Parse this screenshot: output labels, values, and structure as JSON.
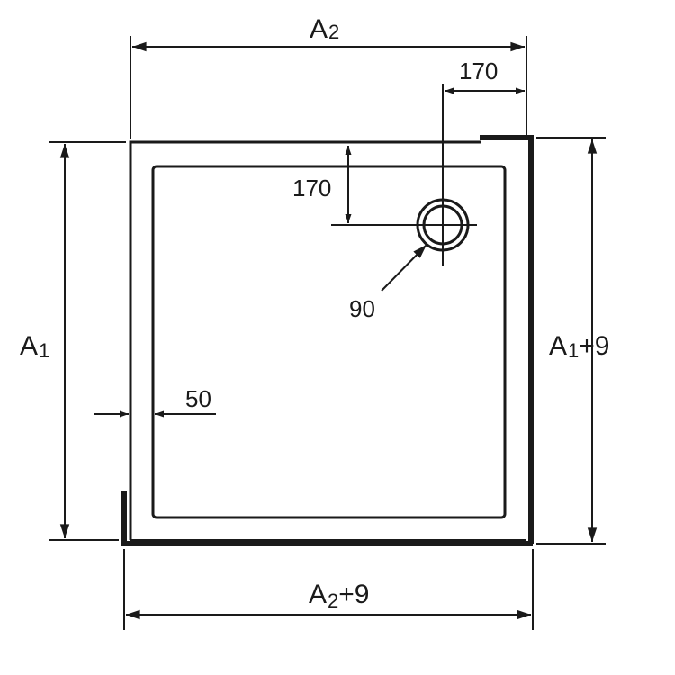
{
  "dimensions": {
    "top_width": {
      "base": "A",
      "sub": "2",
      "suffix": ""
    },
    "bottom_width": {
      "base": "A",
      "sub": "2",
      "suffix": "+9"
    },
    "left_height": {
      "base": "A",
      "sub": "1",
      "suffix": ""
    },
    "right_height": {
      "base": "A",
      "sub": "1",
      "suffix": "+9"
    },
    "drain_from_right": "170",
    "drain_from_top": "170",
    "drain_diameter": "90",
    "rim_width": "50"
  },
  "colors": {
    "line": "#1a1a1a",
    "background": "#ffffff"
  }
}
